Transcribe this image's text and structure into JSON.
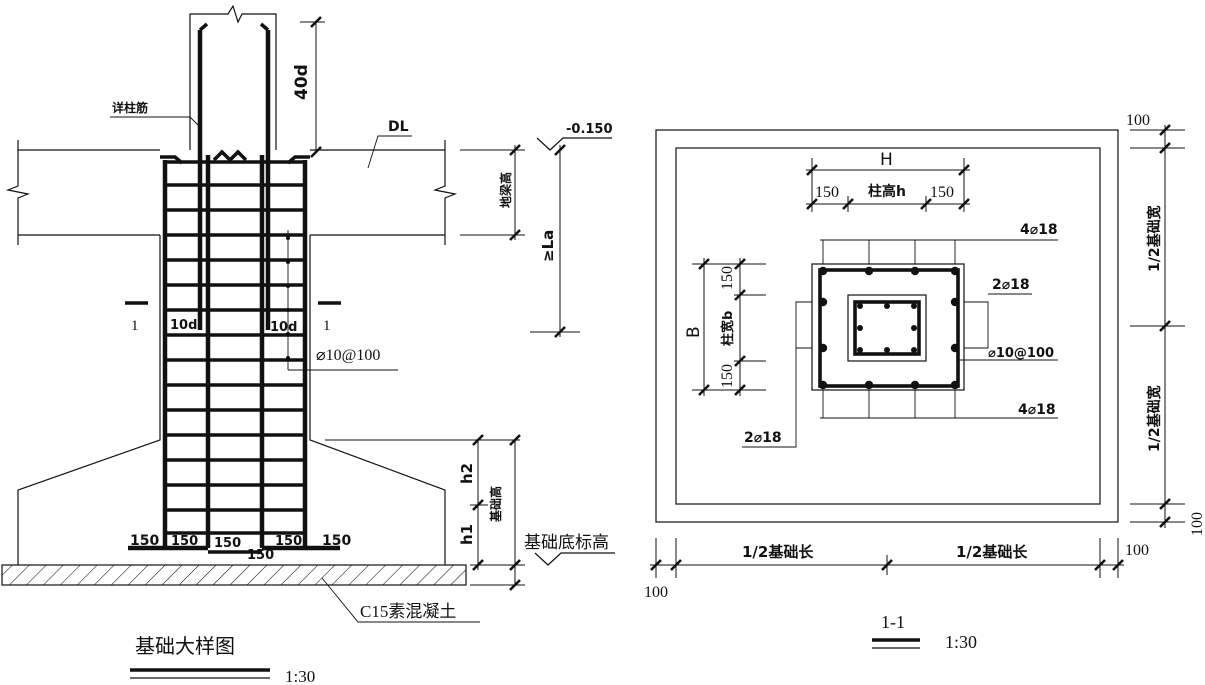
{
  "left_detail": {
    "title": "基础大样图",
    "scale": "1:30",
    "labels": {
      "column_bars": "详柱筋",
      "anchorage": "40d",
      "ground_beam": "DL",
      "elevation": "-0.150",
      "beam_height": "地梁高",
      "la": "≥La",
      "section_mark": "1",
      "lap_left": "10d",
      "lap_right": "10d",
      "stirrup": "⌀10@100",
      "h2": "h2",
      "h1": "h1",
      "footing_height": "基础高",
      "footing_bottom_elev": "基础底标高",
      "hook_1": "150",
      "hook_2": "150",
      "hook_3": "150",
      "hook_4": "150",
      "hook_5": "150",
      "hook_6": "150",
      "concrete": "C15素混凝土"
    }
  },
  "right_section": {
    "title": "1-1",
    "scale": "1:30",
    "labels": {
      "H": "H",
      "side_150_left": "150",
      "column_height": "柱高h",
      "side_150_right": "150",
      "B": "B",
      "top_150": "150",
      "column_width": "柱宽b",
      "bottom_150": "150",
      "bars_top": "4⌀18",
      "bars_right": "2⌀18",
      "stirrup": "⌀10@100",
      "bars_bottom": "4⌀18",
      "bars_left": "2⌀18",
      "half_width_top": "1/2基础宽",
      "half_width_bottom": "1/2基础宽",
      "cover_top": "100",
      "cover_bottom": "100",
      "half_length_left": "1/2基础长",
      "half_length_right": "1/2基础长",
      "cover_right": "100",
      "cover_left": "100"
    }
  }
}
